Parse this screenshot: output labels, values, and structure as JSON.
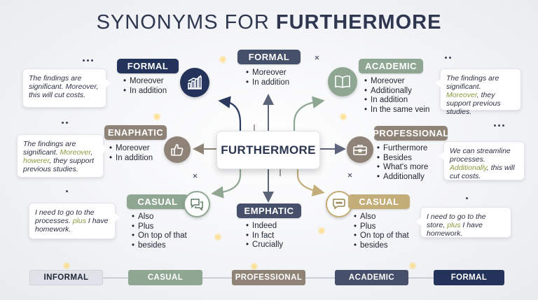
{
  "title": {
    "plain": "SYNONYMS FOR",
    "bold": "FURTHERMORE"
  },
  "center": {
    "label": "FURTHERMORE"
  },
  "colors": {
    "navy": "#24335a",
    "slate": "#46506a",
    "sage": "#8fa792",
    "taupe": "#8f8377",
    "khaki": "#c3ad78",
    "accent_text": "#8a9a3e"
  },
  "categories": {
    "formal_left": {
      "label": "FORMAL",
      "items": [
        "Moreover",
        "In addition"
      ],
      "icon": "bar-chart-icon"
    },
    "formal_top": {
      "label": "FORMAL",
      "items": [
        "Moreover",
        "In addition"
      ]
    },
    "academic": {
      "label": "ACADEMIC",
      "items": [
        "Moreover",
        "Additionally",
        "In addition",
        "In the same vein"
      ],
      "icon": "book-icon"
    },
    "enaphatic": {
      "label": "ENAPHATIC",
      "items": [
        "Moreover",
        "In addition"
      ],
      "icon": "thumbs-up-icon"
    },
    "professional": {
      "label": "PROFESSIONAL",
      "items": [
        "Furthermore",
        "Besides",
        "What's more",
        "Additionally"
      ],
      "icon": "briefcase-icon"
    },
    "casual_left": {
      "label": "CASUAL",
      "items": [
        "Also",
        "Plus",
        "On top of that",
        "besides"
      ],
      "icon": "speech-bubble-icon"
    },
    "emphatic": {
      "label": "EMPHATIC",
      "items": [
        "Indeed",
        "In fact",
        "Crucially"
      ]
    },
    "casual_right": {
      "label": "CASUAL",
      "items": [
        "Also",
        "Plus",
        "On top of that",
        "besides"
      ],
      "icon": "speech-bubble-icon"
    }
  },
  "examples": {
    "formal": {
      "pre": "The findings are significant. ",
      "hl": "Moreover",
      "post": ", this will cut costs."
    },
    "academic": {
      "pre": "The findings are significant. ",
      "hl": "Moreover",
      "post": ", they support previous studies."
    },
    "enaphatic": {
      "pre": "The findings are significant. ",
      "hl": "Moreover",
      "mid": ", ",
      "hl2": "howerer",
      "post": ", they support previous studies."
    },
    "professional": {
      "pre": "We can streamline processes. ",
      "hl": "Additionally",
      "post": ", this will cut costs."
    },
    "casual_left": {
      "pre": "I need to go to the processes. ",
      "hl": "plus",
      "post": " I have homework."
    },
    "casual_right": {
      "pre": "I need to go to the store, ",
      "hl": "plus",
      "post": " I have homework."
    }
  },
  "scale": [
    "INFORMAL",
    "CASUAL",
    "PROFESSIONAL",
    "ACADEMIC",
    "FORMAL"
  ]
}
